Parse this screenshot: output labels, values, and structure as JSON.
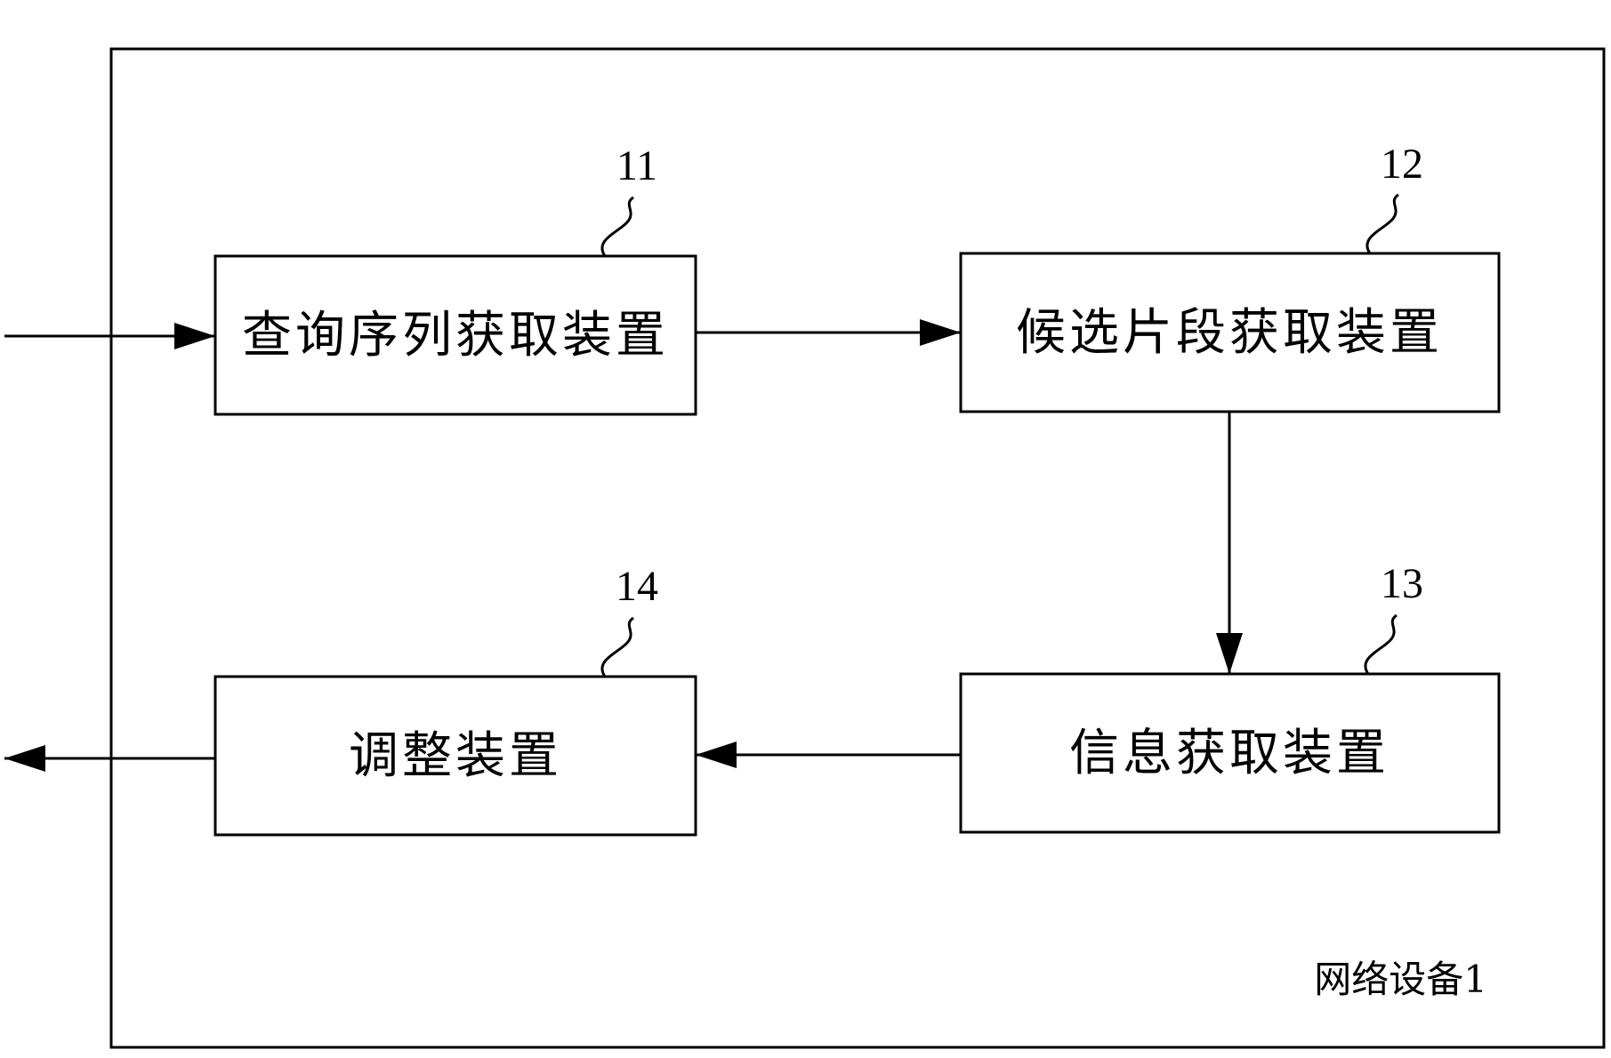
{
  "diagram": {
    "device_label": "网络设备1",
    "blocks": [
      {
        "id": "11",
        "ref": "11",
        "label": "查询序列获取装置"
      },
      {
        "id": "12",
        "ref": "12",
        "label": "候选片段获取装置"
      },
      {
        "id": "13",
        "ref": "13",
        "label": "信息获取装置"
      },
      {
        "id": "14",
        "ref": "14",
        "label": "调整装置"
      }
    ],
    "connections": [
      {
        "from": "input",
        "to": "11"
      },
      {
        "from": "11",
        "to": "12"
      },
      {
        "from": "12",
        "to": "13"
      },
      {
        "from": "13",
        "to": "14"
      },
      {
        "from": "14",
        "to": "output"
      }
    ]
  }
}
